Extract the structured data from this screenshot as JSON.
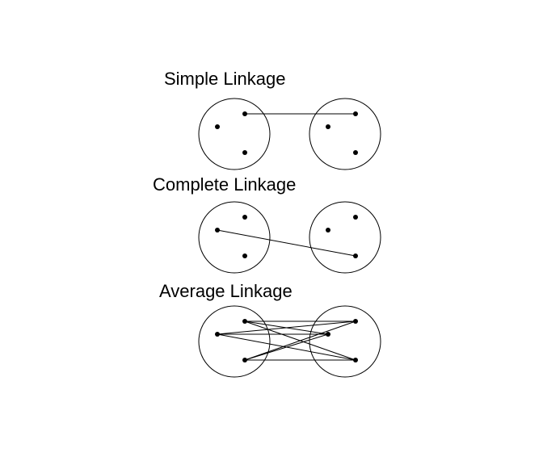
{
  "panels": [
    {
      "title": "Simple Linkage",
      "links": [
        [
          1,
          3
        ]
      ]
    },
    {
      "title": "Complete Linkage",
      "links": [
        [
          0,
          5
        ]
      ]
    },
    {
      "title": "Average Linkage",
      "links": [
        [
          0,
          3
        ],
        [
          0,
          4
        ],
        [
          0,
          5
        ],
        [
          1,
          3
        ],
        [
          1,
          4
        ],
        [
          1,
          5
        ],
        [
          2,
          3
        ],
        [
          2,
          4
        ],
        [
          2,
          5
        ]
      ]
    }
  ],
  "colors": {
    "ink": "#000000",
    "background": "#ffffff"
  }
}
